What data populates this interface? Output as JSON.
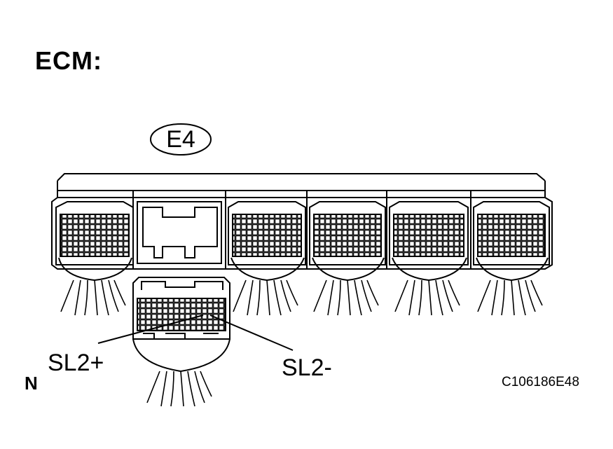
{
  "title": "ECM:",
  "connector_label": "E4",
  "pins": {
    "plus": "SL2+",
    "minus": "SL2-"
  },
  "corner_mark": "N",
  "figure_id": "C106186E48"
}
